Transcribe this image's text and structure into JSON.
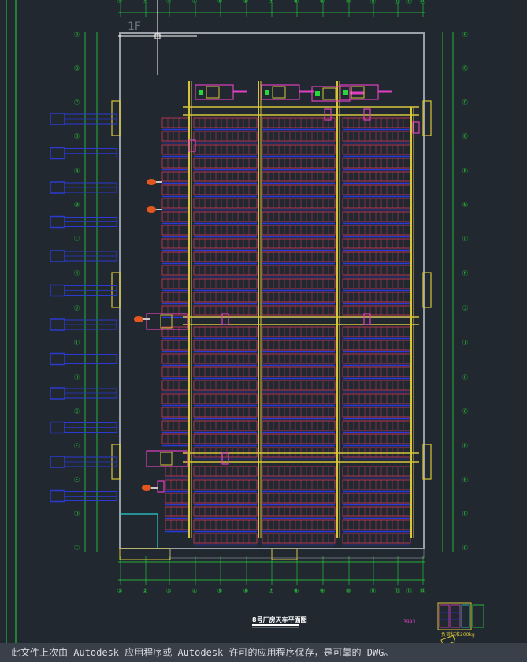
{
  "drawing": {
    "floor_label": "1F",
    "title": "8号厂房天车平面图",
    "stamp_text": "3993",
    "legend_text": "负荷标准200kg",
    "bottom_axis_labels": [
      "①",
      "②",
      "③",
      "④",
      "⑤",
      "⑥",
      "⑦",
      "⑧",
      "⑨",
      "⑩",
      "⑪",
      "⑫",
      "⑬",
      "⑭"
    ],
    "side_axis_labels": [
      "Ⓐ",
      "Ⓑ",
      "Ⓒ",
      "Ⓓ",
      "Ⓔ",
      "Ⓕ",
      "Ⓖ",
      "Ⓗ",
      "Ⓘ",
      "Ⓙ",
      "Ⓚ",
      "Ⓛ",
      "Ⓜ",
      "Ⓝ",
      "Ⓞ",
      "Ⓟ",
      "Ⓠ",
      "Ⓡ"
    ],
    "colors": {
      "background": "#212830",
      "axis_green": "#27d83a",
      "wall_gray": "#9aa0a8",
      "column_yellow": "#d8c63a",
      "rack_red": "#d43a5a",
      "rack_blue": "#2a3ad8",
      "crane_magenta": "#e040c0",
      "door_blue": "#2b3ad0",
      "forklift_orange": "#e2571f",
      "cyan": "#2ad0d0"
    }
  },
  "status": {
    "message": "此文件上次由 Autodesk 应用程序或 Autodesk 许可的应用程序保存，是可靠的 DWG。"
  }
}
